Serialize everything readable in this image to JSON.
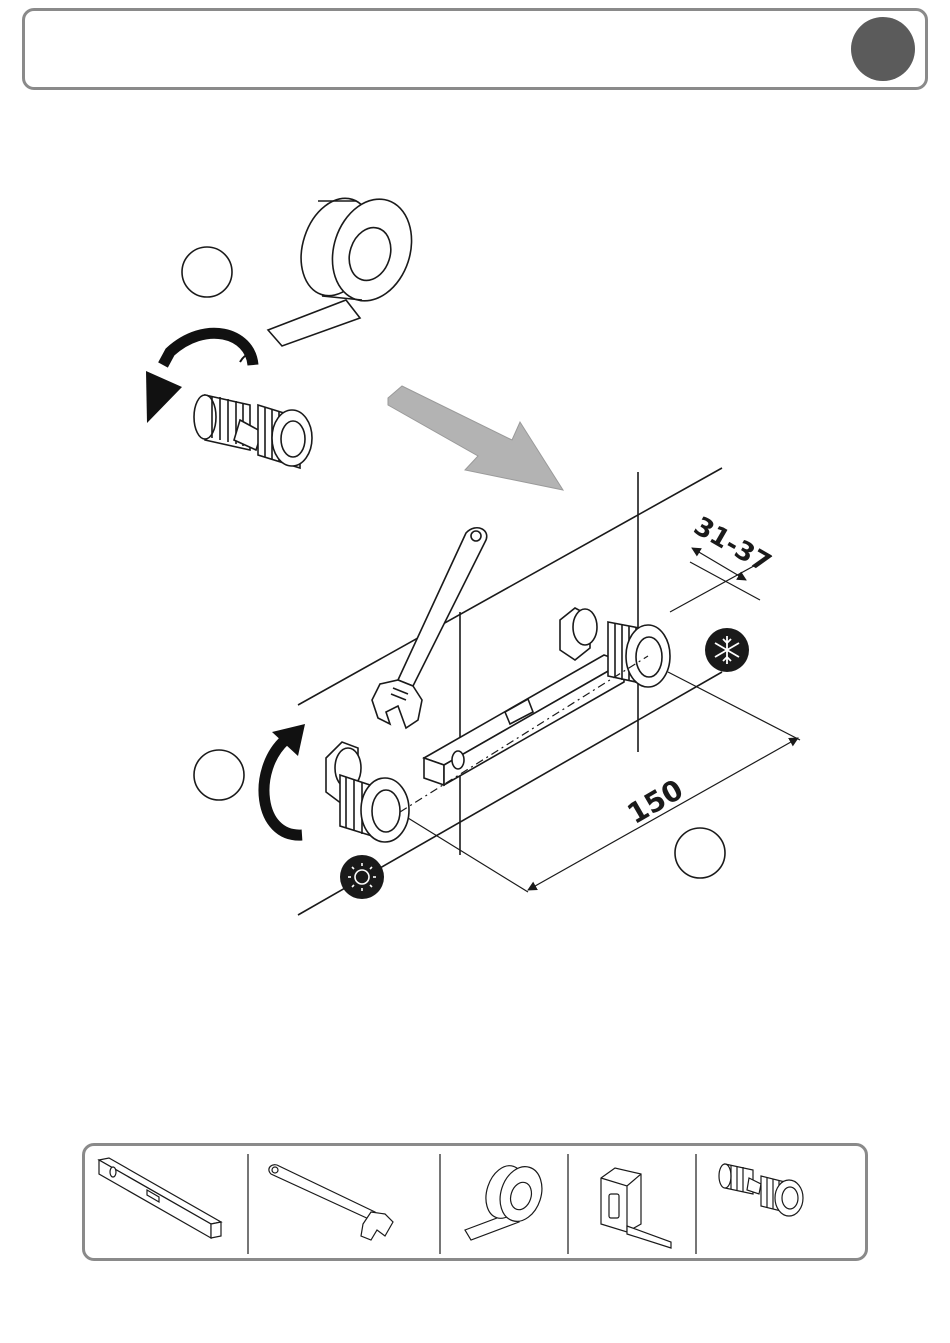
{
  "dimensions": {
    "spacing": "31-37",
    "center_distance": "150"
  },
  "markers": {
    "hot_icon": "sun-icon",
    "cold_icon": "snowflake-icon"
  },
  "tools": [
    "spirit-level",
    "adjustable-wrench",
    "ptfe-tape",
    "tape-measure",
    "eccentric-connector"
  ],
  "colors": {
    "line": "#1a1a1a",
    "frame": "#8a8a8a",
    "step_dot": "#5b5b5b",
    "direction_arrow": "#b3b3b3",
    "icon_fill": "#1a1a1a"
  }
}
